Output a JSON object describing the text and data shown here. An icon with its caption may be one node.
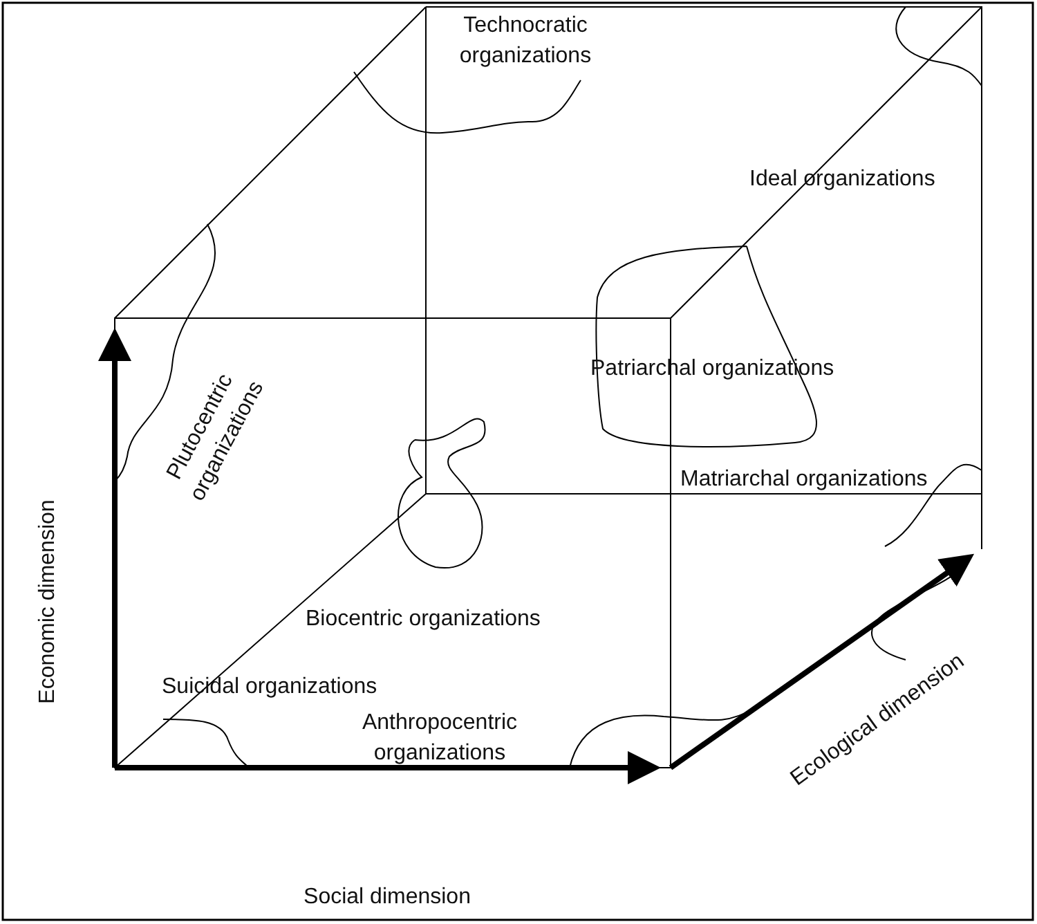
{
  "diagram": {
    "labels": [
      "Technocratic organizations",
      "Ideal organizations",
      "Plutocentric organizations",
      "Patriarchal organizations",
      "Matriarchal organizations",
      "Biocentric organizations",
      "Economic dimension",
      "Suicidal organizations",
      "Anthropocentric organizations",
      "Ecological dimension",
      "Social dimension"
    ]
  }
}
